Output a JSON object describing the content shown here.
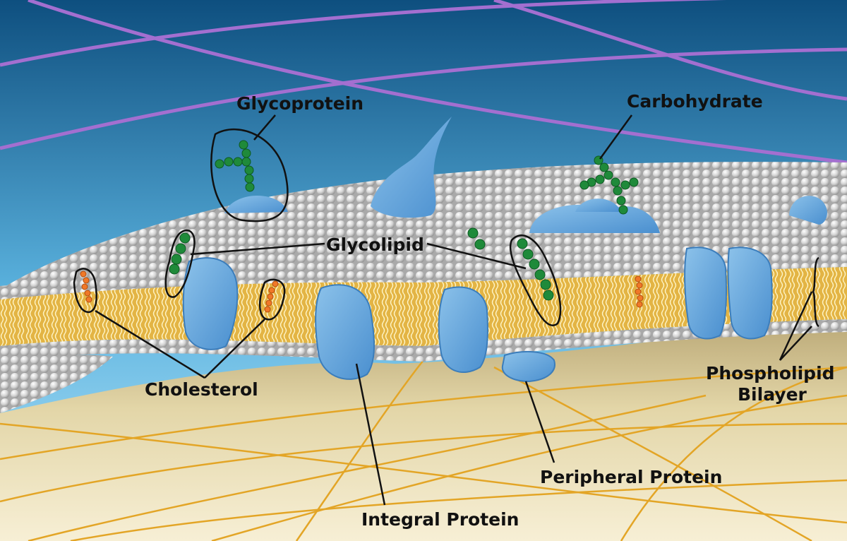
{
  "labels": {
    "glycoprotein": "Glycoprotein",
    "carbohydrate": "Carbohydrate",
    "glycolipid": "Glycolipid",
    "cholesterol": "Cholesterol",
    "integral_protein": "Integral Protein",
    "peripheral_protein": "Peripheral Protein",
    "phospholipid_line1": "Phospholipid",
    "phospholipid_line2": "Bilayer"
  },
  "colors": {
    "extracellular_top": "#0e4f7f",
    "extracellular_bottom": "#a7dcf5",
    "cytoplasm_top": "#c9b88a",
    "cytoplasm_bottom": "#f6eed2",
    "lipid_tail_band": "#e3b444",
    "phospholipid_head": "#d9d9d9",
    "protein_blue": "#4d90d0",
    "protein_light": "#7db7e3",
    "carbohydrate_green": "#1f8a3a",
    "cholesterol_orange": "#f07828",
    "filament_purple": "#a36fd0",
    "cytoskeleton_gold": "#e3a526"
  }
}
